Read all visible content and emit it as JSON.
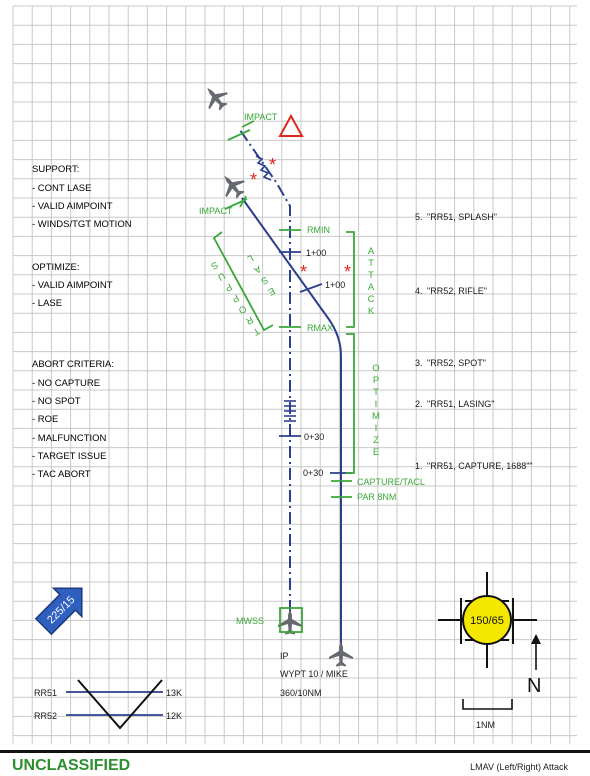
{
  "colors": {
    "green": "#3aa83a",
    "blue": "#2b3f8f",
    "red": "#e0271f",
    "yellow": "#f5e800",
    "grid": "#c8c8c8",
    "text": "#1a1a1a",
    "aircraft": "#666a70",
    "unclass": "#2f8f2f"
  },
  "notes": {
    "support_title": "SUPPORT:",
    "support_items": [
      "- CONT LASE",
      "- VALID AIMPOINT",
      "- WINDS/TGT MOTION"
    ],
    "optimize_title": "OPTIMIZE:",
    "optimize_items": [
      "- VALID AIMPOINT",
      "- LASE"
    ],
    "abort_title": "ABORT CRITERIA:",
    "abort_items": [
      "- NO CAPTURE",
      "- NO SPOT",
      "- ROE",
      "- MALFUNCTION",
      "- TARGET ISSUE",
      "- TAC ABORT"
    ]
  },
  "labels": {
    "impact_top": "IMPACT",
    "impact_left": "IMPACT",
    "rmin": "RMIN",
    "rmax": "RMAX",
    "one_plus_00_a": "1+00",
    "one_plus_00_b": "1+00",
    "zero_plus_30_a": "0+30",
    "zero_plus_30_b": "0+30",
    "capture_tacl": "CAPTURE/TACL",
    "par": "PAR 8NM",
    "attack": [
      "A",
      "T",
      "T",
      "A",
      "C",
      "K"
    ],
    "optimize_vertical": [
      "O",
      "P",
      "T",
      "I",
      "M",
      "I",
      "Z",
      "E"
    ],
    "lase": [
      "L",
      "A",
      "S",
      "E"
    ],
    "support_vertical": [
      "S",
      "U",
      "P",
      "P",
      "O",
      "R",
      "T"
    ],
    "mwss": "MWSS",
    "ip": "IP",
    "wypt": "WYPT 10 / MIKE",
    "bearing_range": "360/10NM"
  },
  "calls": [
    {
      "step": "5.",
      "text": "\"RR51, SPLASH\""
    },
    {
      "step": "4.",
      "text": "\"RR52, RIFLE\""
    },
    {
      "step": "3.",
      "text": "\"RR52, SPOT\""
    },
    {
      "step": "2.",
      "text": "\"RR51, LASING\""
    },
    {
      "step": "1.",
      "text": "\"RR51, CAPTURE, 1688\"\""
    }
  ],
  "wind": "225/15",
  "stack": {
    "rows": [
      {
        "callsign": "RR51",
        "altitude": "13K"
      },
      {
        "callsign": "RR52",
        "altitude": "12K"
      }
    ]
  },
  "target_circle": "150/65",
  "north": "N",
  "scale": "1NM",
  "footer": {
    "classification": "UNCLASSIFIED",
    "title": "LMAV (Left/Right) Attack"
  }
}
